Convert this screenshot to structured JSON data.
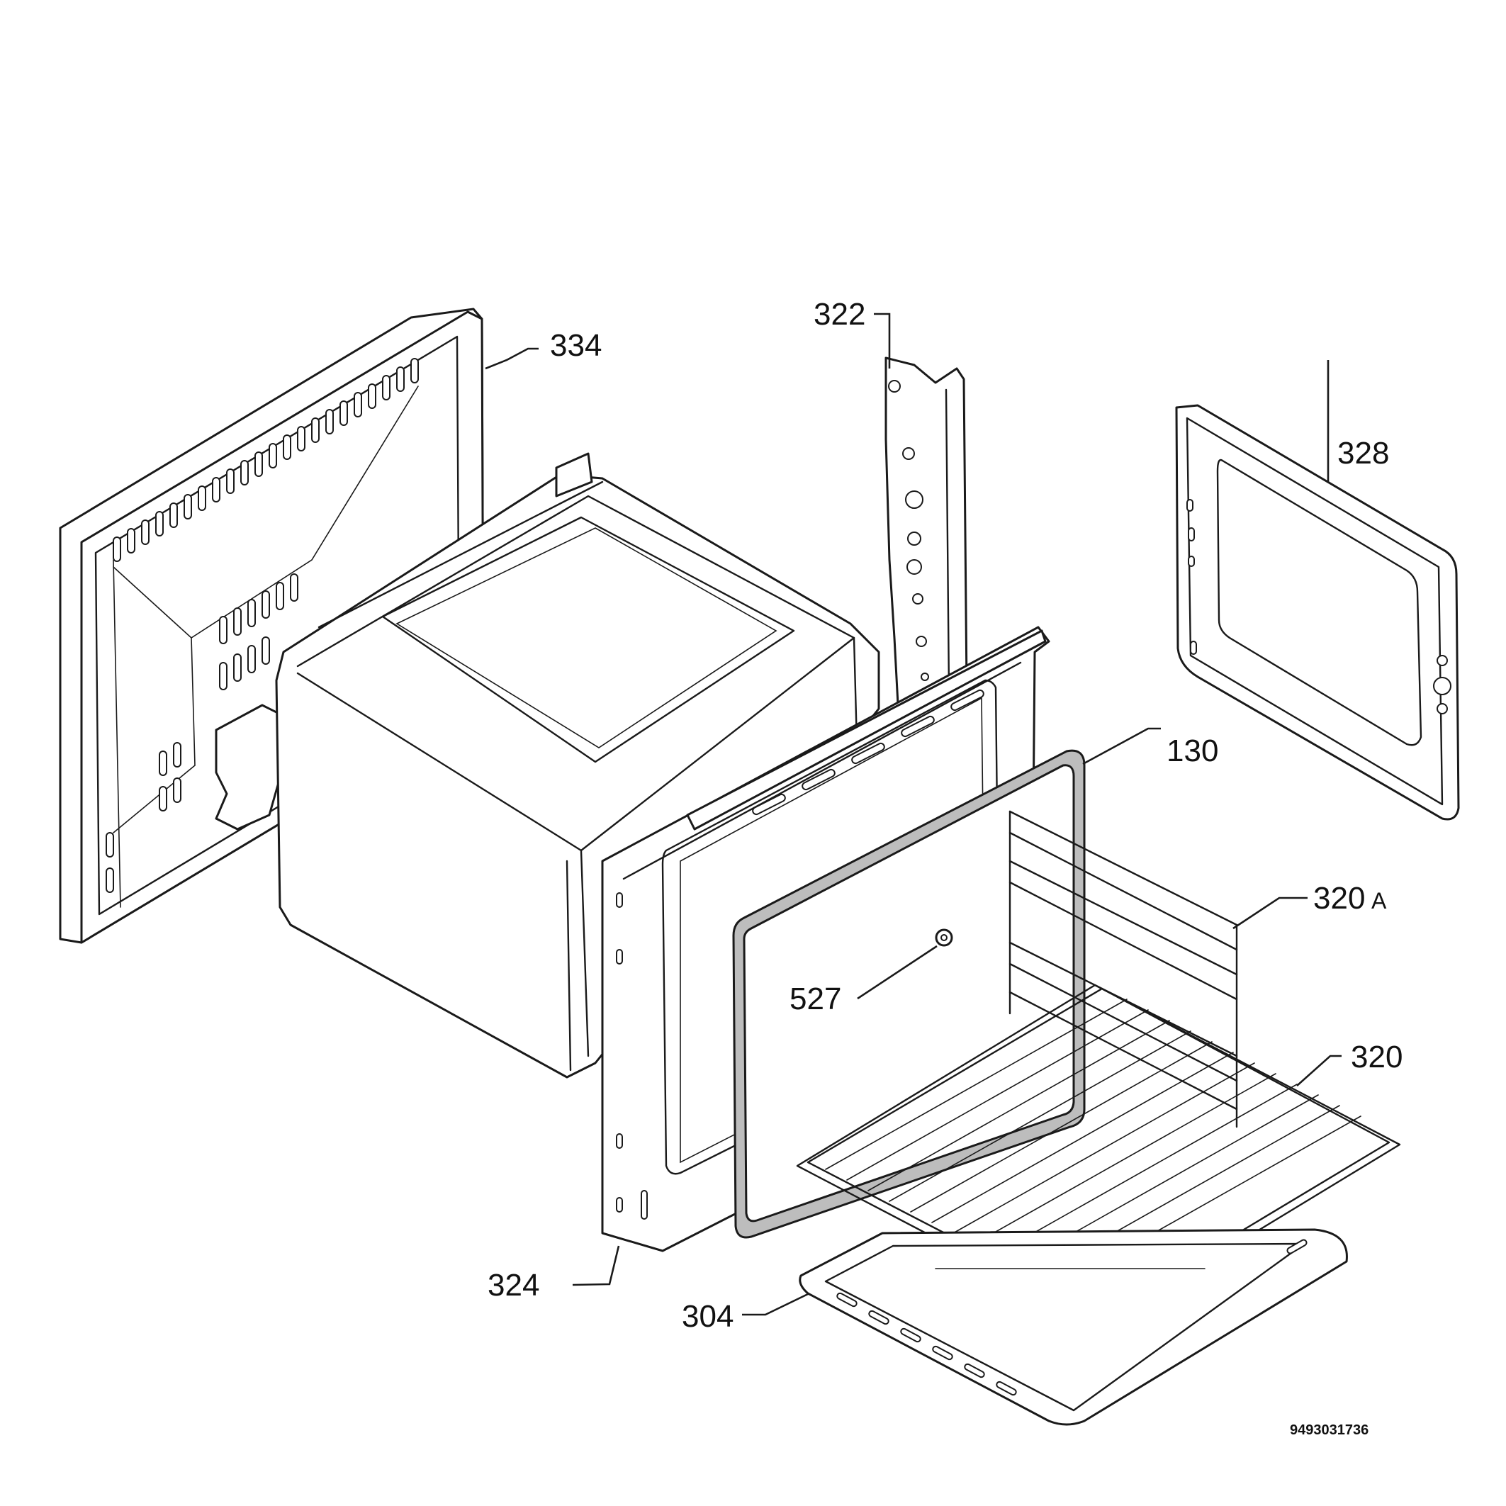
{
  "diagram": {
    "callouts": {
      "p334": "334",
      "p322": "322",
      "p328": "328",
      "p130": "130",
      "p320a_num": "320",
      "p320a_suffix": "A",
      "p527": "527",
      "p320": "320",
      "p324": "324",
      "p304": "304"
    },
    "document_number": "9493031736"
  }
}
